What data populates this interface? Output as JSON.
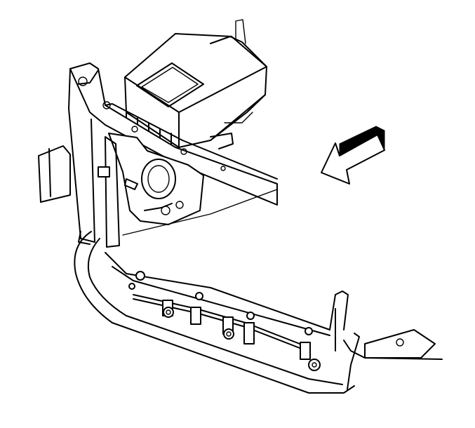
{
  "figure": {
    "icons": [
      "direction-arrow-icon"
    ],
    "components": [
      "air-cleaner-housing",
      "radiator-support-upper",
      "headlamp-mount-opening",
      "wiring-harness",
      "harness-clip",
      "fastener",
      "front-bumper-fascia"
    ],
    "colors": {
      "line": "#000000",
      "background": "#ffffff"
    }
  }
}
